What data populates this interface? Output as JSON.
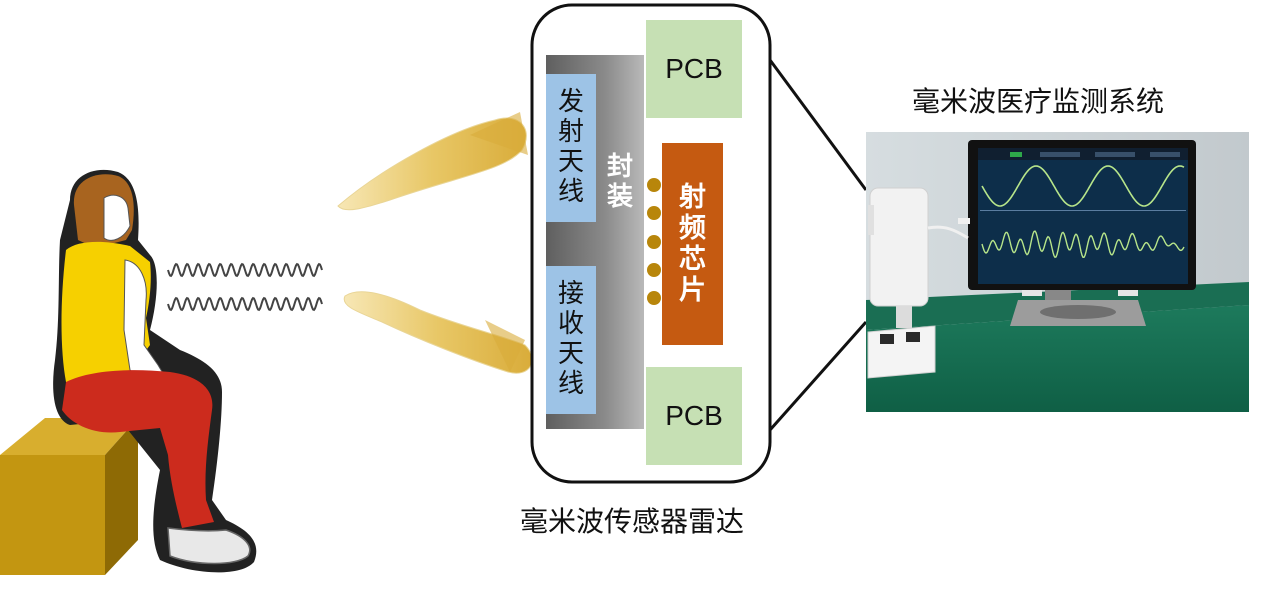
{
  "radar": {
    "caption": "毫米波传感器雷达",
    "tx_antenna": "发射天线",
    "rx_antenna": "接收天线",
    "package": "封装",
    "rf_chip": "射频芯片",
    "pcb_top": "PCB",
    "pcb_bottom": "PCB"
  },
  "system": {
    "caption": "毫米波医疗监测系统"
  },
  "colors": {
    "antenna": "#9dc3e6",
    "package": "#7f7f7f",
    "chip": "#c55a11",
    "pcb": "#c6e0b4",
    "beam": "#e6c15a",
    "pin": "#b8860b",
    "box": "#c9a227",
    "shirt": "#f4cf00",
    "pants": "#c0281e",
    "hair": "#9a5a1e"
  }
}
